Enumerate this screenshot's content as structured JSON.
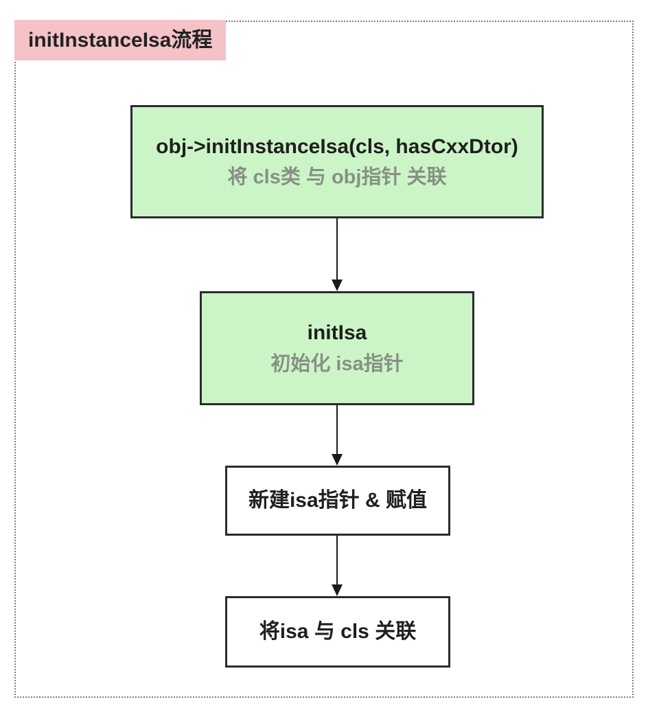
{
  "diagram": {
    "title": "initInstanceIsa流程",
    "nodes": [
      {
        "line1": "obj->initInstanceIsa(cls, hasCxxDtor)",
        "line2": "将 cls类 与 obj指针 关联",
        "style": "green"
      },
      {
        "line1": "initIsa",
        "line2": "初始化 isa指针",
        "style": "green"
      },
      {
        "line1": "新建isa指针 & 赋值",
        "style": "white"
      },
      {
        "line1": "将isa 与 cls 关联",
        "style": "white"
      }
    ],
    "edges": [
      {
        "from": 0,
        "to": 1
      },
      {
        "from": 1,
        "to": 2
      },
      {
        "from": 2,
        "to": 3
      }
    ],
    "colors": {
      "node_green_fill": "#ccf5c7",
      "title_chip_fill": "#f5c2c7",
      "node_border": "#2b2b2b",
      "primary_text": "#1f1f1f",
      "subtitle_text": "#879084",
      "frame_dotted": "#7a7a7a",
      "arrow": "#1a1a1a",
      "background": "#ffffff"
    }
  }
}
